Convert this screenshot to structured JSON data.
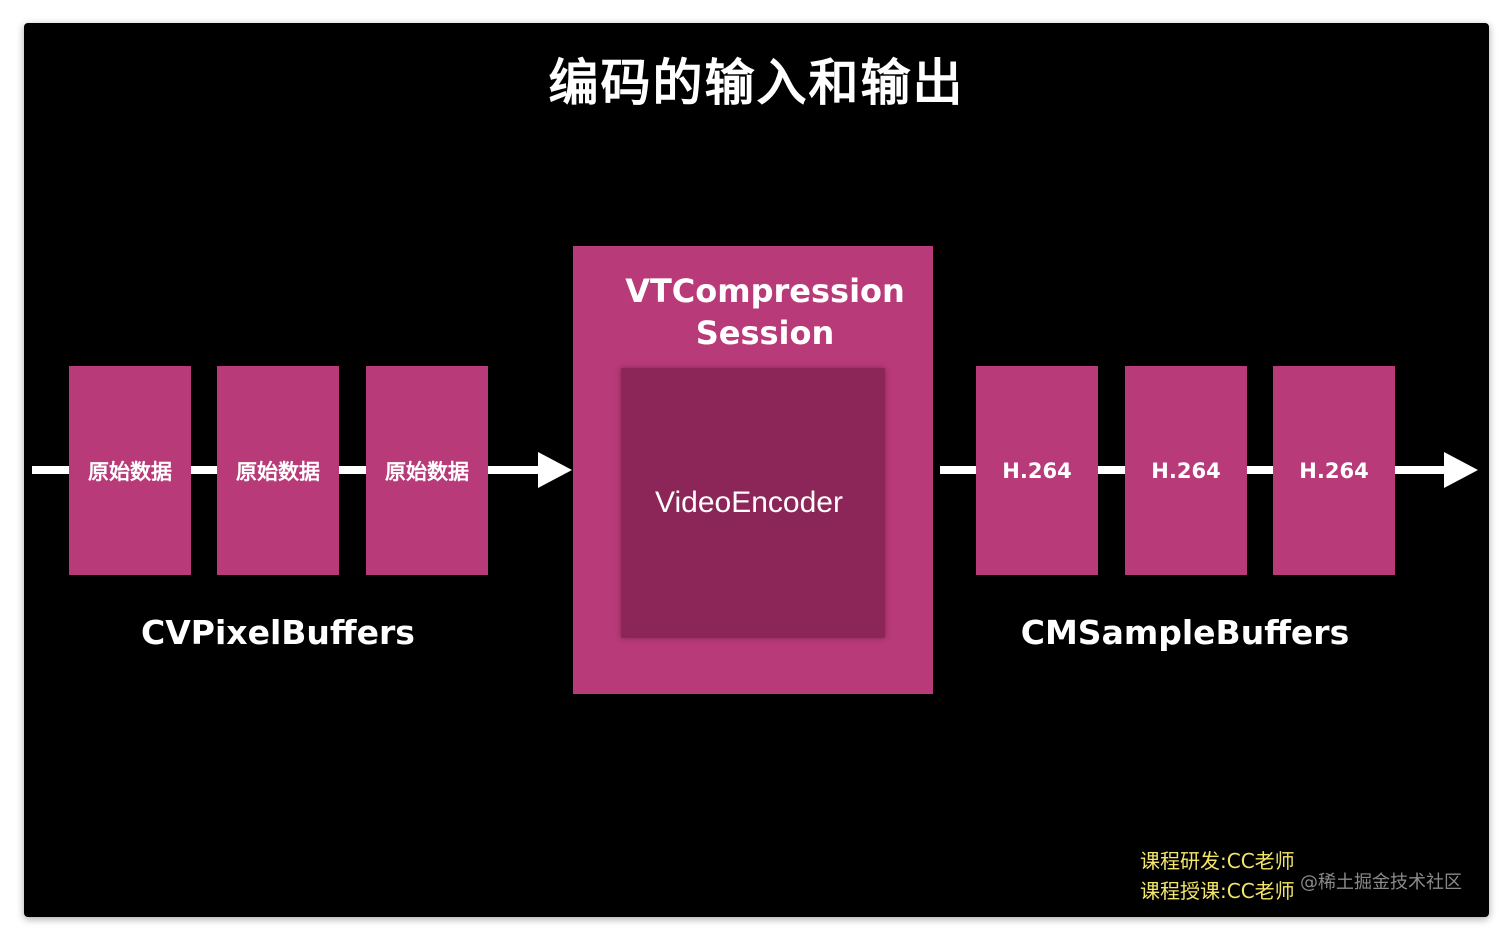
{
  "title": "编码的输入和输出",
  "colors": {
    "background": "#000000",
    "buffer_fill": "#b93a78",
    "encoder_fill": "#8c2558",
    "arrow": "#ffffff",
    "credit_text": "#f3e66a"
  },
  "input": {
    "boxes": [
      "原始数据",
      "原始数据",
      "原始数据"
    ],
    "label": "CVPixelBuffers"
  },
  "session": {
    "title_line1": "VTCompression",
    "title_line2": "Session",
    "encoder_label": "VideoEncoder"
  },
  "output": {
    "boxes": [
      "H.264",
      "H.264",
      "H.264"
    ],
    "label": "CMSampleBuffers"
  },
  "credits": {
    "line1": "课程研发:CC老师",
    "line2": "课程授课:CC老师"
  },
  "watermark": "@稀土掘金技术社区"
}
